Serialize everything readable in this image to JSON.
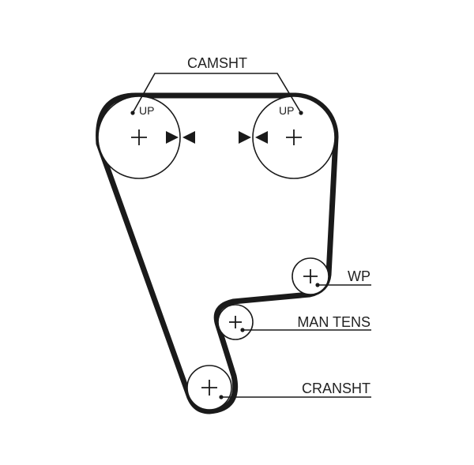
{
  "labels": {
    "camshaft": "CAMSHT",
    "up_left": "UP",
    "up_right": "UP",
    "water_pump": "WP",
    "tensioner": "MAN TENS",
    "crankshaft": "CRANSHT"
  },
  "colors": {
    "ink": "#1a1a1a",
    "background": "#ffffff"
  }
}
